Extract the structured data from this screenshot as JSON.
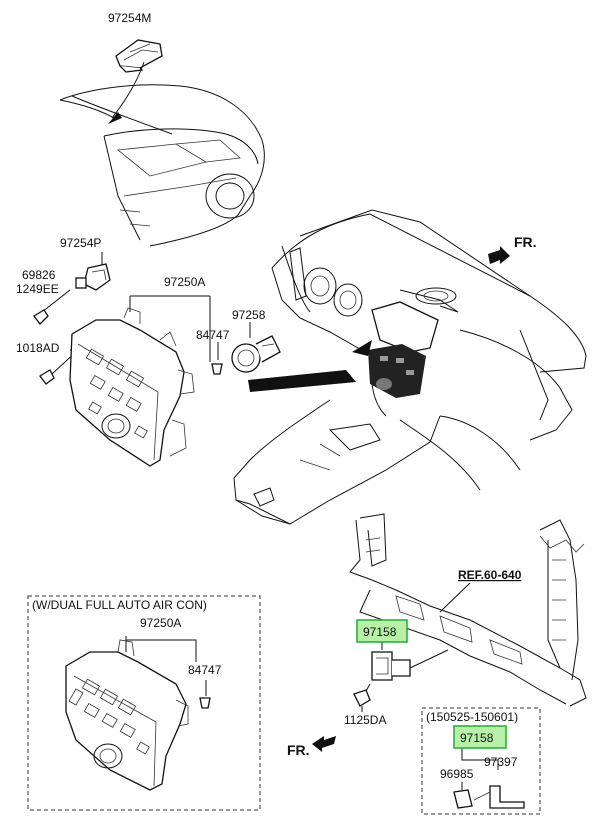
{
  "labels": {
    "p97254M": "97254M",
    "p97254P": "97254P",
    "p69826": "69826",
    "p1249EE": "1249EE",
    "p1018AD": "1018AD",
    "p97250A_top": "97250A",
    "p84747_top": "84747",
    "p97258": "97258",
    "fr_top": "FR.",
    "ref": "REF.60-640",
    "p97158_main": "97158",
    "p1125DA": "1125DA",
    "fr_bottom": "FR.",
    "box_note": "(W/DUAL FULL AUTO AIR CON)",
    "p97250A_box": "97250A",
    "p84747_box": "84747",
    "date_range": "(150525-150601)",
    "p97158_small": "97158",
    "p96985": "96985",
    "p97397": "97397"
  },
  "colors": {
    "highlight_fill": "#b8f0a8",
    "highlight_border": "#2fb040",
    "line": "#111111"
  }
}
